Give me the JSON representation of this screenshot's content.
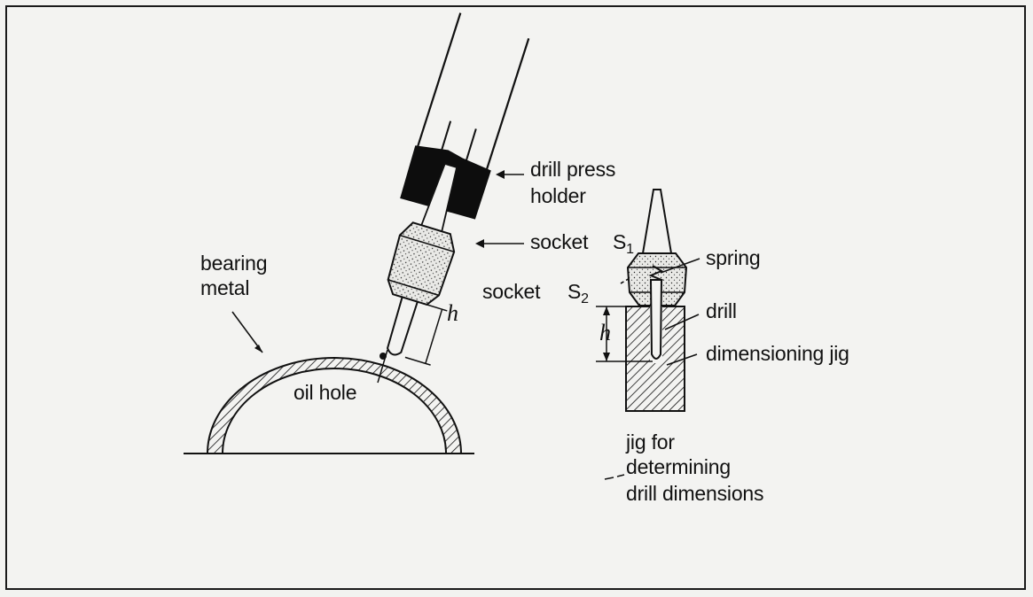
{
  "labels": {
    "drill_press_holder_1": "drill press",
    "drill_press_holder_2": "holder",
    "socket_top": "socket",
    "s1": "S",
    "s1_sub": "1",
    "bearing_metal_1": "bearing",
    "bearing_metal_2": "metal",
    "socket_bottom": "socket",
    "s2": "S",
    "s2_sub": "2",
    "spring": "spring",
    "drill": "drill",
    "h_left": "h",
    "h_right": "h",
    "dimensioning_jig": "dimensioning jig",
    "oil_hole": "oil hole",
    "jig_caption_1": "jig for",
    "jig_caption_2": "determining",
    "jig_caption_3": "drill dimensions"
  }
}
